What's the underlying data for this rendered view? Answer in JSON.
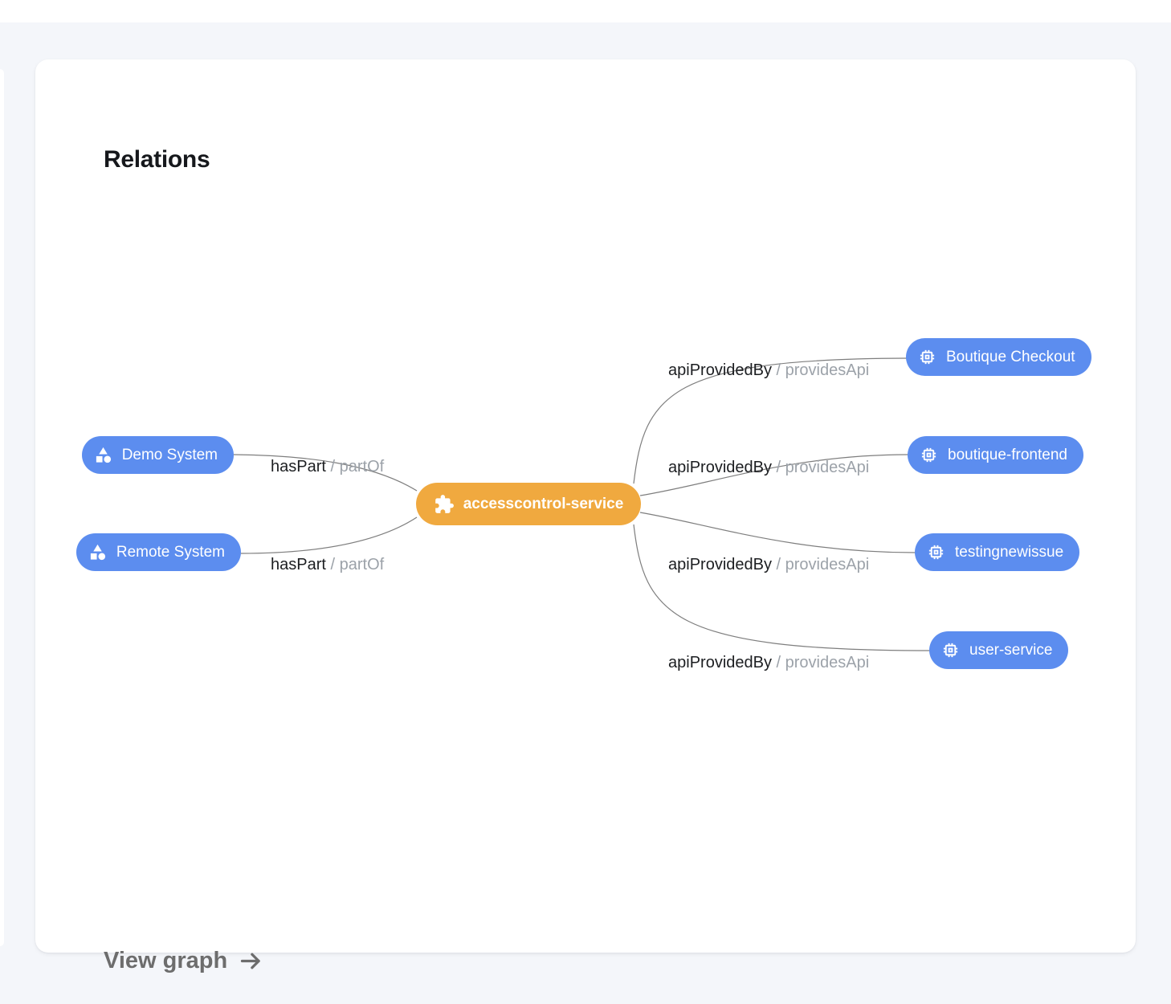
{
  "card": {
    "title": "Relations",
    "view_graph_label": "View graph"
  },
  "colors": {
    "page_bg": "#F4F6FA",
    "card_bg": "#FFFFFF",
    "node_blue": "#5C8DEF",
    "node_orange": "#F0A93F",
    "node_text": "#FFFFFF",
    "edge_line": "#7E7E7E",
    "edge_label_primary": "#1C1E21",
    "edge_label_secondary": "#9CA2A9",
    "title_text": "#16181C",
    "footer_text": "#6D6D6D"
  },
  "graph": {
    "label_separator": " / ",
    "center_node": {
      "label": "accesscontrol-service",
      "icon": "extension-icon"
    },
    "nodes": [
      {
        "label": "Demo System",
        "icon": "category-icon"
      },
      {
        "label": "Remote System",
        "icon": "category-icon"
      },
      {
        "label": "Boutique Checkout",
        "icon": "memory-icon"
      },
      {
        "label": "boutique-frontend",
        "icon": "memory-icon"
      },
      {
        "label": "testingnewissue",
        "icon": "memory-icon"
      },
      {
        "label": "user-service",
        "icon": "memory-icon"
      }
    ],
    "edges": [
      {
        "from": "Demo System",
        "to": "accesscontrol-service",
        "label": "hasPart",
        "reverse_label": "partOf"
      },
      {
        "from": "Remote System",
        "to": "accesscontrol-service",
        "label": "hasPart",
        "reverse_label": "partOf"
      },
      {
        "from": "accesscontrol-service",
        "to": "Boutique Checkout",
        "label": "apiProvidedBy",
        "reverse_label": "providesApi"
      },
      {
        "from": "accesscontrol-service",
        "to": "boutique-frontend",
        "label": "apiProvidedBy",
        "reverse_label": "providesApi"
      },
      {
        "from": "accesscontrol-service",
        "to": "testingnewissue",
        "label": "apiProvidedBy",
        "reverse_label": "providesApi"
      },
      {
        "from": "accesscontrol-service",
        "to": "user-service",
        "label": "apiProvidedBy",
        "reverse_label": "providesApi"
      }
    ]
  }
}
